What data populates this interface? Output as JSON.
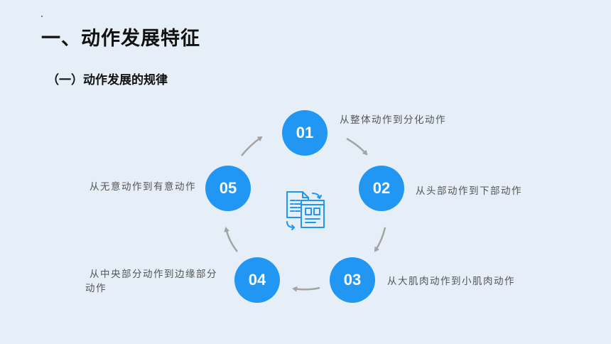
{
  "page": {
    "title": "一、动作发展特征",
    "subtitle": "（一）动作发展的规律"
  },
  "colors": {
    "accent": "#2196f3",
    "arrow": "#a3a3a3",
    "background": "#e6eff8"
  },
  "center_icon": "document-code-icon",
  "steps": [
    {
      "number": "01",
      "text": "从整体动作到分化动作"
    },
    {
      "number": "02",
      "text": "从头部动作到下部动作"
    },
    {
      "number": "03",
      "text": "从大肌肉动作到小肌肉动作"
    },
    {
      "number": "04",
      "text": "从中央部分动作到边缘部分动作"
    },
    {
      "number": "05",
      "text": "从无意动作到有意动作"
    }
  ]
}
